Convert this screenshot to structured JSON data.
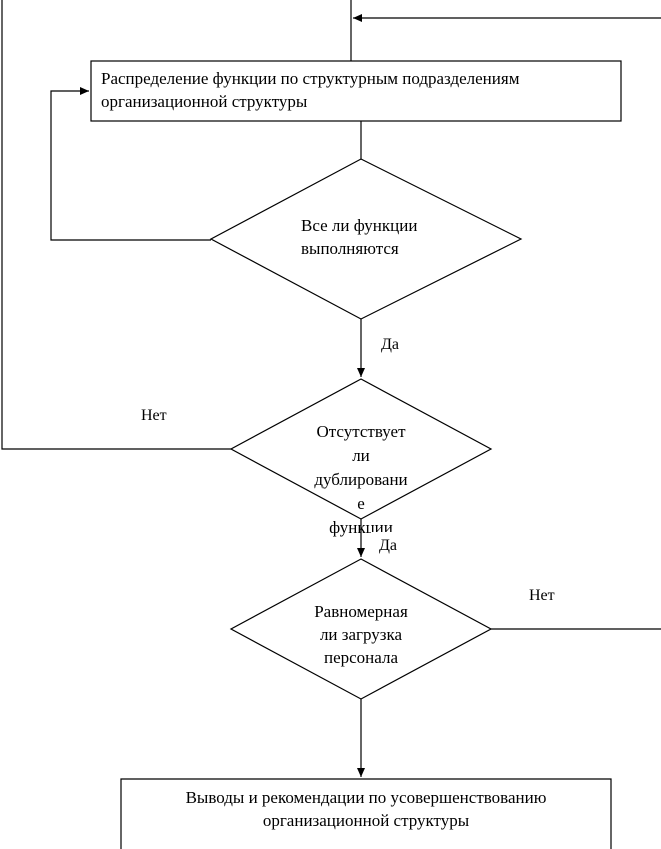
{
  "flowchart": {
    "process_distribute": "Распределение функции по структурным подразделениям организационной структуры",
    "decision_all_functions": {
      "line1": "Все ли функции",
      "line2": "выполняются"
    },
    "decision_no_duplication": {
      "line1": "Отсутствует",
      "line2": "ли",
      "line3": "дублировани",
      "line4": "е",
      "line5": "функции"
    },
    "decision_even_load": {
      "line1": "Равномерная",
      "line2": "ли загрузка",
      "line3": "персонала"
    },
    "process_conclusions": {
      "line1": "Выводы и рекомендации по усовершенствованию",
      "line2": "организационной структуры"
    },
    "labels": {
      "yes_1": "Да",
      "yes_2": "Да",
      "no_1": "Нет",
      "no_2": "Нет"
    }
  }
}
